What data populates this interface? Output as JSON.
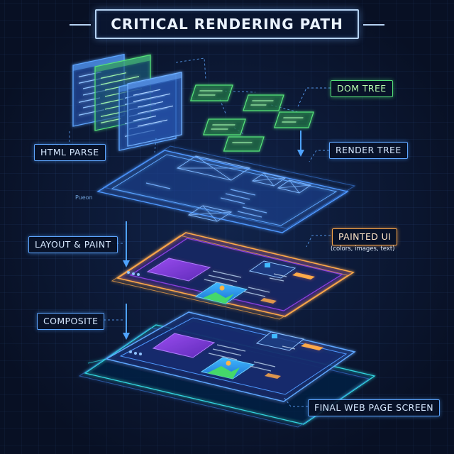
{
  "title": "CRITICAL RENDERING PATH",
  "labels": {
    "dom_tree": "DOM TREE",
    "html_parse": "HTML PARSE",
    "render_tree": "RENDER TREE",
    "layout_paint": "LAYOUT & PAINT",
    "painted_ui": "PAINTED UI",
    "painted_ui_sub": "(colors, images, text)",
    "composite": "COMPOSITE",
    "final_screen": "FINAL WEB PAGE SCREEN"
  },
  "layer_tag": "Pueon",
  "colors": {
    "background": "#0c1832",
    "blue_accent": "#5ea6ff",
    "green_accent": "#56e27a",
    "purple_accent": "#8a3fe0",
    "orange_accent": "#ffa948",
    "cyan_accent": "#31d6e0"
  }
}
